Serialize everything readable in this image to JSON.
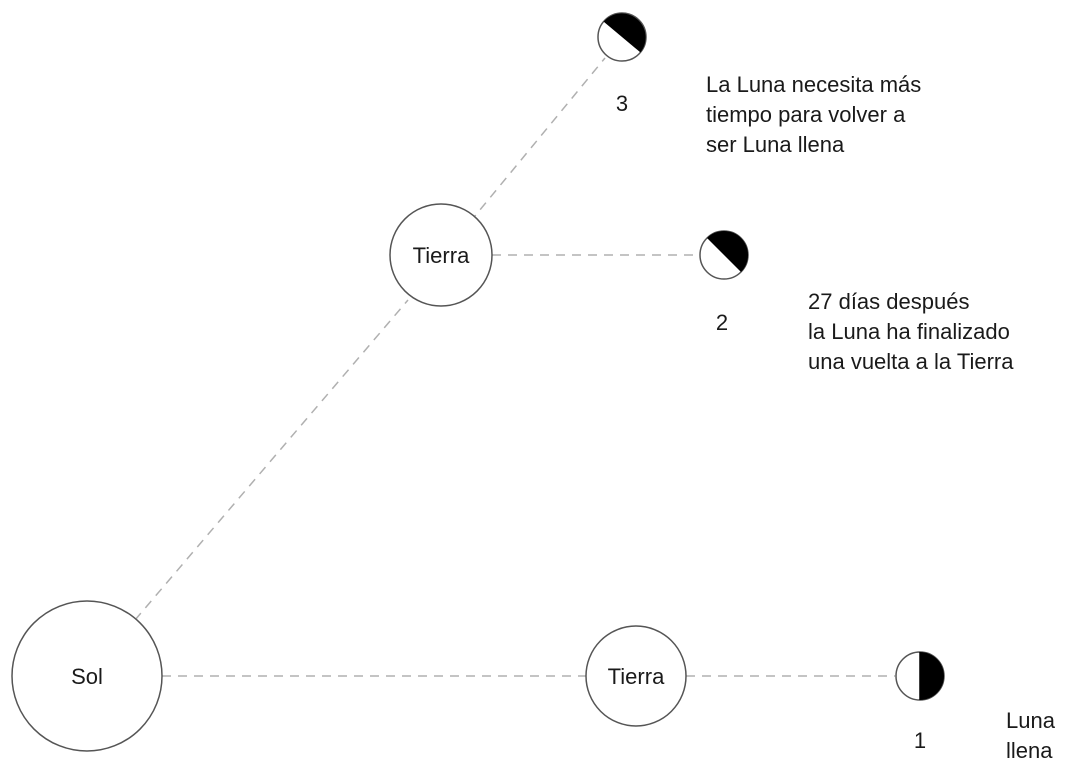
{
  "bodies": {
    "sun_label": "Sol",
    "earth_label": "Tierra"
  },
  "moon_positions": [
    {
      "number": "1",
      "note_lines": [
        "Luna",
        "llena"
      ]
    },
    {
      "number": "2",
      "note_lines": [
        "27 días después",
        "la Luna ha finalizado",
        "una vuelta a la Tierra"
      ]
    },
    {
      "number": "3",
      "note_lines": [
        "La Luna necesita más",
        "tiempo para volver a",
        "ser Luna llena"
      ]
    }
  ],
  "colors": {
    "outline": "#555555",
    "dash_line": "#b0b0b0",
    "moon_dark": "#000000",
    "moon_light": "#ffffff"
  }
}
